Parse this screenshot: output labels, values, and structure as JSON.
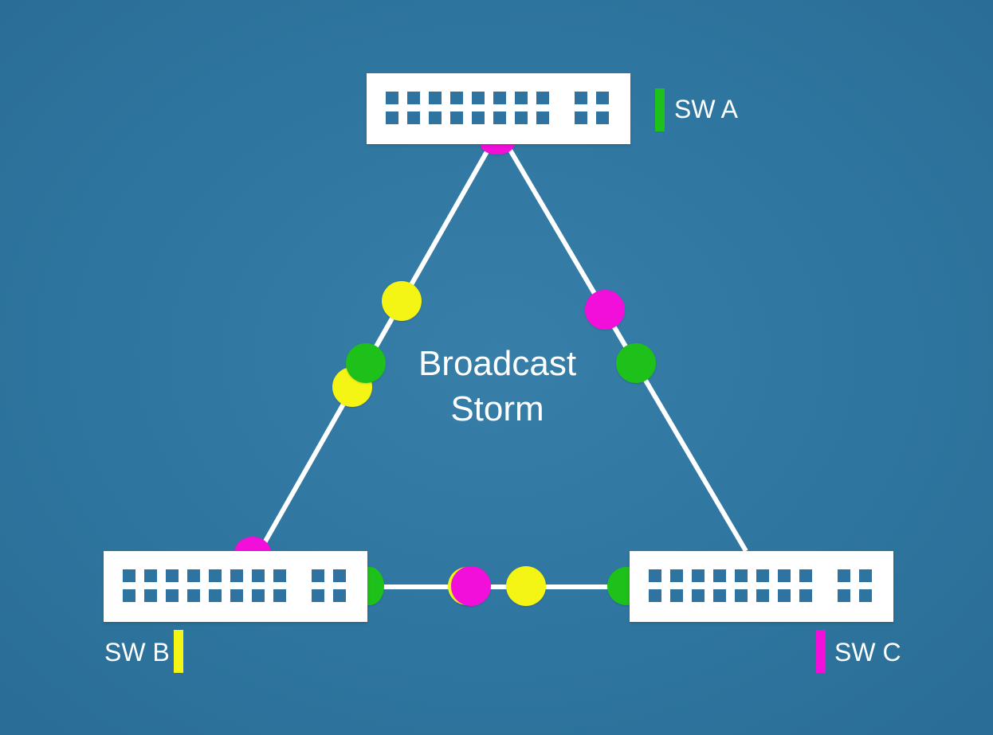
{
  "title": {
    "line1": "Broadcast",
    "line2": "Storm"
  },
  "colors": {
    "background": "#2e76a0",
    "link": "#ffffff",
    "switch_body": "#ffffff",
    "port": "#2f74a1",
    "green": "#1ec01a",
    "yellow": "#f4f415",
    "magenta": "#f20fd9"
  },
  "switches": [
    {
      "id": "sw-a",
      "label": "SW A",
      "color": "green"
    },
    {
      "id": "sw-b",
      "label": "SW B",
      "color": "yellow"
    },
    {
      "id": "sw-c",
      "label": "SW C",
      "color": "magenta"
    }
  ],
  "links": [
    {
      "from": "SW A",
      "to": "SW B"
    },
    {
      "from": "SW A",
      "to": "SW C"
    },
    {
      "from": "SW B",
      "to": "SW C"
    }
  ],
  "packets": [
    {
      "color": "magenta",
      "link": "SW A"
    },
    {
      "color": "yellow",
      "link": "SW A - SW B"
    },
    {
      "color": "yellow",
      "link": "SW A - SW B"
    },
    {
      "color": "green",
      "link": "SW A - SW B"
    },
    {
      "color": "magenta",
      "link": "SW A - SW C"
    },
    {
      "color": "green",
      "link": "SW A - SW C"
    },
    {
      "color": "magenta",
      "link": "SW B"
    },
    {
      "color": "green",
      "link": "SW B - SW C"
    },
    {
      "color": "magenta",
      "link": "SW B - SW C"
    },
    {
      "color": "yellow",
      "link": "SW B - SW C"
    },
    {
      "color": "green",
      "link": "SW B - SW C"
    }
  ]
}
